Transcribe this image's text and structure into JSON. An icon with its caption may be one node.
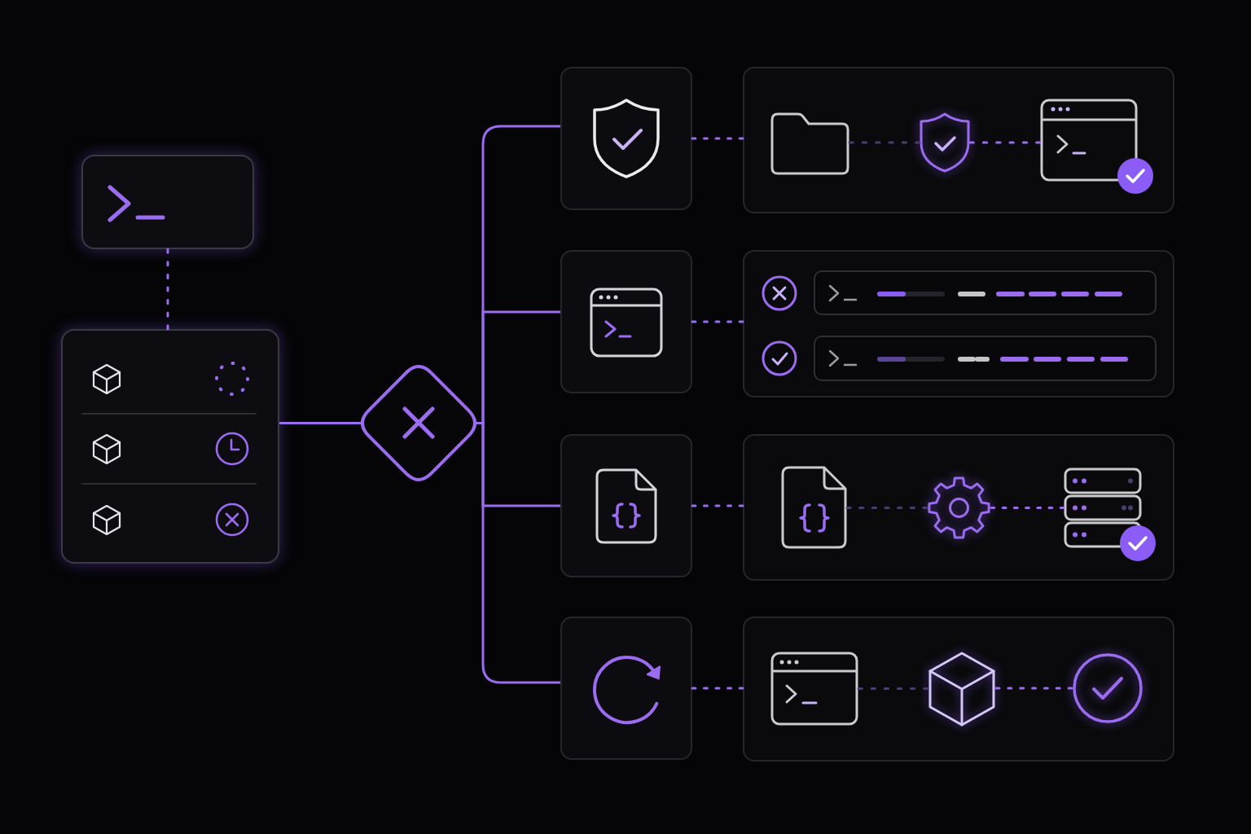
{
  "diagram": {
    "nodes": [
      {
        "text": [],
        "shape": "box"
      },
      {
        "text": [],
        "shape": "box"
      },
      {
        "text": [],
        "shape": "diamond"
      },
      {
        "text": [],
        "shape": "box"
      },
      {
        "text": [],
        "shape": "box"
      },
      {
        "text": [],
        "shape": "folder",
        "in": 4
      },
      {
        "text": [],
        "shape": "picture",
        "in": 4
      },
      {
        "text": [],
        "shape": "picture",
        "in": 4
      },
      {
        "text": [],
        "shape": "box"
      },
      {
        "text": [],
        "shape": "box"
      },
      {
        "text": [],
        "shape": "box",
        "in": 9
      },
      {
        "text": [],
        "shape": "box",
        "in": 9
      },
      {
        "text": [],
        "shape": "box"
      },
      {
        "text": [],
        "shape": "box"
      },
      {
        "text": [],
        "shape": "picture",
        "in": 13
      },
      {
        "text": [],
        "shape": "picture",
        "in": 13
      },
      {
        "text": [],
        "shape": "picture",
        "in": 13
      },
      {
        "text": [],
        "shape": "box"
      },
      {
        "text": [],
        "shape": "box"
      },
      {
        "text": [],
        "shape": "picture",
        "in": 18
      },
      {
        "text": [],
        "shape": "picture",
        "in": 18
      },
      {
        "text": [],
        "shape": "picture",
        "in": 18
      }
    ],
    "edges": [
      {
        "from": 0,
        "to": 1,
        "arrow": "none",
        "style": "dashed"
      },
      {
        "from": 1,
        "to": 2,
        "arrow": "none"
      },
      {
        "from": 2,
        "to": 3,
        "arrow": "none"
      },
      {
        "from": 2,
        "to": 8,
        "arrow": "none"
      },
      {
        "from": 2,
        "to": 12,
        "arrow": "none"
      },
      {
        "from": 2,
        "to": 17,
        "arrow": "none"
      },
      {
        "from": 3,
        "to": 4,
        "arrow": "none",
        "style": "dashed"
      },
      {
        "from": 5,
        "to": 6,
        "arrow": "none",
        "style": "dashed",
        "color": "#4a3d6e"
      },
      {
        "from": 6,
        "to": 7,
        "arrow": "none",
        "style": "dashed"
      },
      {
        "from": 8,
        "to": 9,
        "arrow": "none",
        "style": "dashed"
      },
      {
        "from": 12,
        "to": 13,
        "arrow": "none",
        "style": "dashed"
      },
      {
        "from": 14,
        "to": 15,
        "arrow": "none",
        "style": "dashed",
        "color": "#4a3d6e"
      },
      {
        "from": 15,
        "to": 16,
        "arrow": "none",
        "style": "dashed"
      },
      {
        "from": 17,
        "to": 18,
        "arrow": "none",
        "style": "dashed"
      },
      {
        "from": 19,
        "to": 20,
        "arrow": "none",
        "style": "dashed",
        "color": "#4a3d6e"
      },
      {
        "from": 20,
        "to": 21,
        "arrow": "none",
        "style": "dashed"
      }
    ]
  }
}
